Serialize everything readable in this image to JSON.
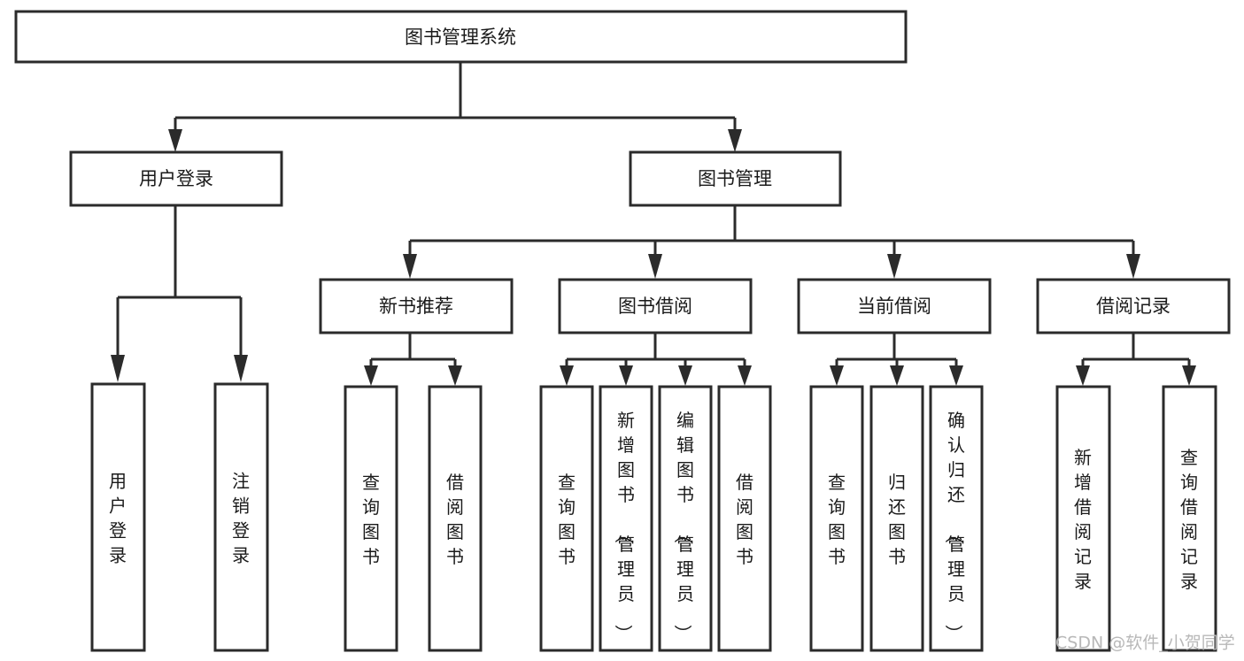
{
  "diagram": {
    "type": "tree",
    "title": "图书管理系统",
    "orientation": "top-down",
    "root": {
      "id": "root",
      "label": "图书管理系统"
    },
    "level2": [
      {
        "id": "user-login",
        "label": "用户登录"
      },
      {
        "id": "book-manage",
        "label": "图书管理"
      }
    ],
    "level3": [
      {
        "id": "new-book-rec",
        "label": "新书推荐",
        "parent": "book-manage"
      },
      {
        "id": "book-borrow",
        "label": "图书借阅",
        "parent": "book-manage"
      },
      {
        "id": "current-borrow",
        "label": "当前借阅",
        "parent": "book-manage"
      },
      {
        "id": "borrow-record",
        "label": "借阅记录",
        "parent": "book-manage"
      }
    ],
    "leaves": {
      "user-login": [
        {
          "id": "leaf-user-login",
          "label": "用户登录"
        },
        {
          "id": "leaf-logout",
          "label": "注销登录"
        }
      ],
      "new-book-rec": [
        {
          "id": "leaf-query-book-1",
          "label": "查询图书"
        },
        {
          "id": "leaf-borrow-book-1",
          "label": "借阅图书"
        }
      ],
      "book-borrow": [
        {
          "id": "leaf-query-book-2",
          "label": "查询图书"
        },
        {
          "id": "leaf-add-book",
          "label": "新增图书（管理员）"
        },
        {
          "id": "leaf-edit-book",
          "label": "编辑图书（管理员）"
        },
        {
          "id": "leaf-borrow-book-2",
          "label": "借阅图书"
        }
      ],
      "current-borrow": [
        {
          "id": "leaf-query-book-3",
          "label": "查询图书"
        },
        {
          "id": "leaf-return-book",
          "label": "归还图书"
        },
        {
          "id": "leaf-confirm-return",
          "label": "确认归还（管理员）"
        }
      ],
      "borrow-record": [
        {
          "id": "leaf-add-record",
          "label": "新增借阅记录"
        },
        {
          "id": "leaf-query-record",
          "label": "查询借阅记录"
        }
      ]
    },
    "colors": {
      "box_stroke": "#2b2b2b",
      "box_fill": "#ffffff",
      "text": "#1a1a1a",
      "background": "#ffffff",
      "watermark": "#b8b8b8"
    }
  },
  "watermark": {
    "label": "CSDN @软件_小贺同学"
  }
}
